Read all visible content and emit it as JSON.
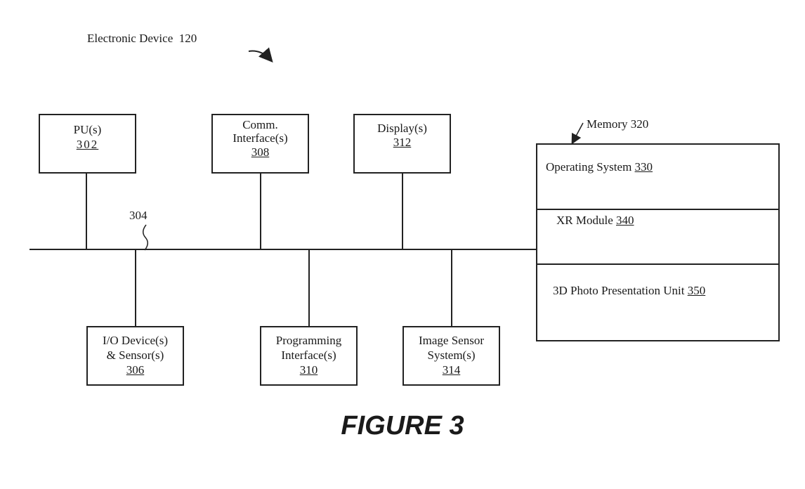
{
  "title": {
    "name": "Electronic Device",
    "ref": "120"
  },
  "figure_caption": "FIGURE 3",
  "bus": {
    "ref": "304"
  },
  "components": {
    "pu": {
      "label": "PU(s)",
      "ref": "302"
    },
    "comm": {
      "label_line1": "Comm.",
      "label_line2": "Interface(s)",
      "ref": "308"
    },
    "display": {
      "label": "Display(s)",
      "ref": "312"
    },
    "io": {
      "label_line1": "I/O Device(s)",
      "label_line2": "& Sensor(s)",
      "ref": "306"
    },
    "prog": {
      "label_line1": "Programming",
      "label_line2": "Interface(s)",
      "ref": "310"
    },
    "image": {
      "label_line1": "Image Sensor",
      "label_line2": "System(s)",
      "ref": "314"
    }
  },
  "memory": {
    "label": "Memory 320",
    "rows": [
      {
        "label": "Operating System",
        "ref": "330"
      },
      {
        "label": "XR Module",
        "ref": "340"
      },
      {
        "label": "3D Photo Presentation Unit",
        "ref": "350"
      }
    ]
  }
}
